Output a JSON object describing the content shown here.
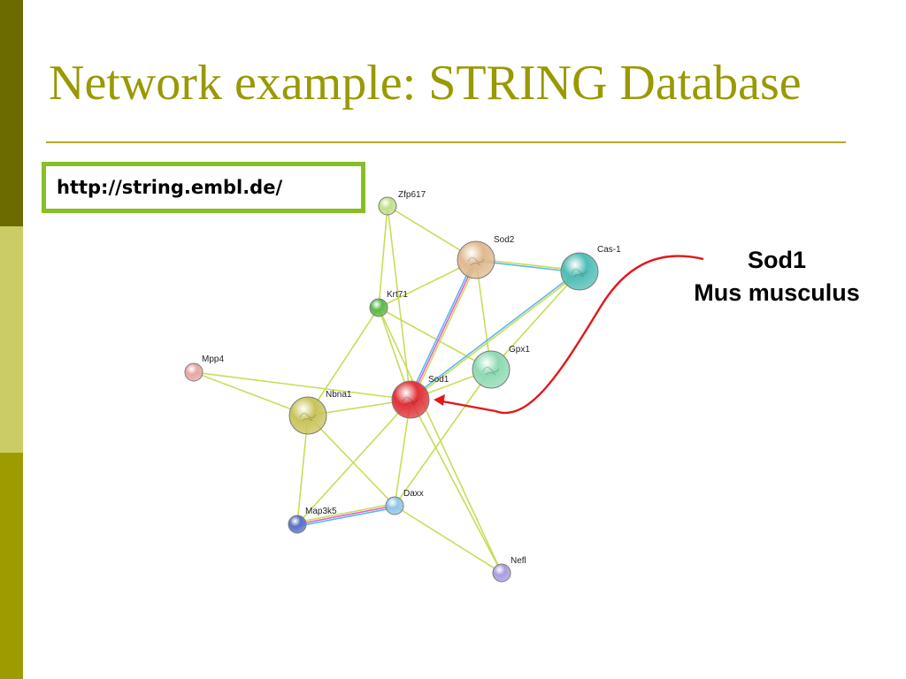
{
  "slide": {
    "title": "Network example: STRING Database",
    "url": "http://string.embl.de/",
    "colors": {
      "title": "#999900",
      "rule": "#b3a92a",
      "url_border": "#86bf26",
      "sidebar": [
        "#6b6b00",
        "#cccc66",
        "#9c9c00"
      ],
      "arrow": "#e0191b"
    }
  },
  "annotation": {
    "line1": "Sod1",
    "line2": "Mus musculus"
  },
  "network": {
    "nodes": [
      {
        "id": "Zfp617",
        "label": "Zfp617",
        "color": "#c4e08a"
      },
      {
        "id": "Sod2",
        "label": "Sod2",
        "color": "#e0b98f"
      },
      {
        "id": "Cas-1",
        "label": "Cas-1",
        "color": "#4fbdb6"
      },
      {
        "id": "Krt71",
        "label": "Krt71",
        "color": "#5db84a"
      },
      {
        "id": "Mpp4",
        "label": "Mpp4",
        "color": "#e8a6a6"
      },
      {
        "id": "Gpx1",
        "label": "Gpx1",
        "color": "#8ed9b3"
      },
      {
        "id": "Sod1",
        "label": "Sod1",
        "color": "#e0323a"
      },
      {
        "id": "Nbna1",
        "label": "Nbna1",
        "color": "#c9c35a"
      },
      {
        "id": "Daxx",
        "label": "Daxx",
        "color": "#8ec6e8"
      },
      {
        "id": "Map3k5",
        "label": "Map3k5",
        "color": "#5a6fc8"
      },
      {
        "id": "Nefl",
        "label": "Nefl",
        "color": "#a99be0"
      }
    ],
    "edges": [
      {
        "from": "Zfp617",
        "to": "Krt71",
        "colors": [
          "#c8dc5a"
        ]
      },
      {
        "from": "Zfp617",
        "to": "Sod1",
        "colors": [
          "#c8dc5a"
        ]
      },
      {
        "from": "Zfp617",
        "to": "Sod2",
        "colors": [
          "#c8dc5a"
        ]
      },
      {
        "from": "Krt71",
        "to": "Sod2",
        "colors": [
          "#c8dc5a"
        ]
      },
      {
        "from": "Krt71",
        "to": "Nbna1",
        "colors": [
          "#c8dc5a"
        ]
      },
      {
        "from": "Krt71",
        "to": "Sod1",
        "colors": [
          "#c8dc5a"
        ]
      },
      {
        "from": "Krt71",
        "to": "Gpx1",
        "colors": [
          "#c8dc5a"
        ]
      },
      {
        "from": "Krt71",
        "to": "Nefl",
        "colors": [
          "#c8dc5a"
        ]
      },
      {
        "from": "Sod2",
        "to": "Sod1",
        "colors": [
          "#c8dc5a",
          "#e060d0",
          "#5ab8e8"
        ]
      },
      {
        "from": "Sod2",
        "to": "Cas-1",
        "colors": [
          "#c8dc5a",
          "#5ab8e8"
        ]
      },
      {
        "from": "Sod2",
        "to": "Gpx1",
        "colors": [
          "#c8dc5a"
        ]
      },
      {
        "from": "Cas-1",
        "to": "Sod1",
        "colors": [
          "#c8dc5a",
          "#5ab8e8"
        ]
      },
      {
        "from": "Cas-1",
        "to": "Gpx1",
        "colors": [
          "#c8dc5a"
        ]
      },
      {
        "from": "Gpx1",
        "to": "Sod1",
        "colors": [
          "#c8dc5a"
        ]
      },
      {
        "from": "Gpx1",
        "to": "Daxx",
        "colors": [
          "#c8dc5a"
        ]
      },
      {
        "from": "Mpp4",
        "to": "Nbna1",
        "colors": [
          "#c8dc5a"
        ]
      },
      {
        "from": "Mpp4",
        "to": "Sod1",
        "colors": [
          "#c8dc5a"
        ]
      },
      {
        "from": "Nbna1",
        "to": "Sod1",
        "colors": [
          "#c8dc5a"
        ]
      },
      {
        "from": "Nbna1",
        "to": "Daxx",
        "colors": [
          "#c8dc5a"
        ]
      },
      {
        "from": "Nbna1",
        "to": "Map3k5",
        "colors": [
          "#c8dc5a"
        ]
      },
      {
        "from": "Sod1",
        "to": "Daxx",
        "colors": [
          "#c8dc5a"
        ]
      },
      {
        "from": "Sod1",
        "to": "Map3k5",
        "colors": [
          "#c8dc5a"
        ]
      },
      {
        "from": "Sod1",
        "to": "Nefl",
        "colors": [
          "#c8dc5a"
        ]
      },
      {
        "from": "Map3k5",
        "to": "Daxx",
        "colors": [
          "#c8dc5a",
          "#e060d0",
          "#5ab8e8"
        ]
      },
      {
        "from": "Daxx",
        "to": "Nefl",
        "colors": [
          "#c8dc5a"
        ]
      }
    ]
  }
}
